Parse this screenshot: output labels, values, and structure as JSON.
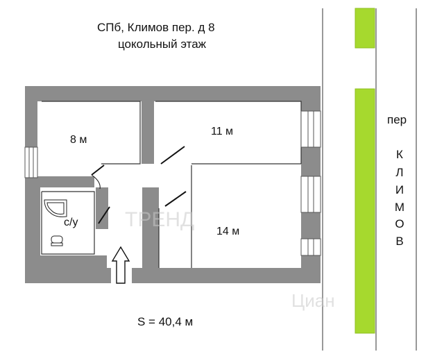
{
  "header": {
    "address": "СПб, Климов пер. д 8",
    "floor": "цокольный этаж"
  },
  "rooms": {
    "room_a": "8 м",
    "room_b": "11 м",
    "room_c": "14 м",
    "bathroom": "с/у"
  },
  "footer": {
    "area": "S = 40,4 м"
  },
  "street": {
    "prefix": "пер",
    "letters": [
      "К",
      "Л",
      "И",
      "М",
      "О",
      "В"
    ]
  },
  "colors": {
    "wall": "#8c8c8c",
    "green_strip": "#a6d92e",
    "street_line": "#555555"
  }
}
